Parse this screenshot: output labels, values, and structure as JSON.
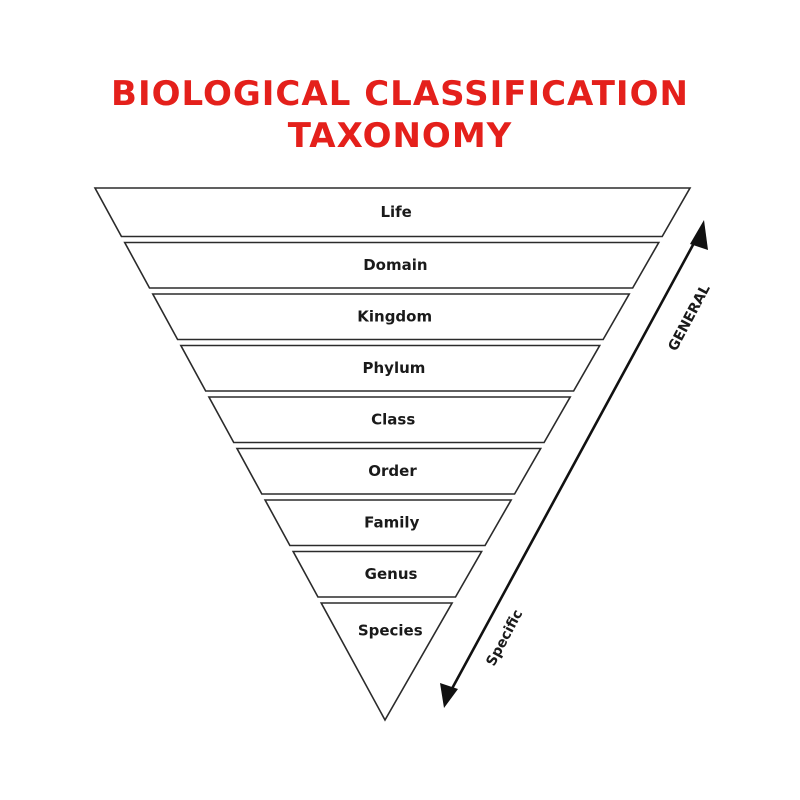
{
  "title": {
    "line1": "Biological Classification",
    "line2": "Taxonomy"
  },
  "levels": [
    "Life",
    "Domain",
    "Kingdom",
    "Phylum",
    "Class",
    "Order",
    "Family",
    "Genus",
    "Species"
  ],
  "axis": {
    "top_label": "GENERAL",
    "bottom_label": "Specific"
  },
  "colors": {
    "title": "#e4201b",
    "ink": "#2b2b2b"
  }
}
